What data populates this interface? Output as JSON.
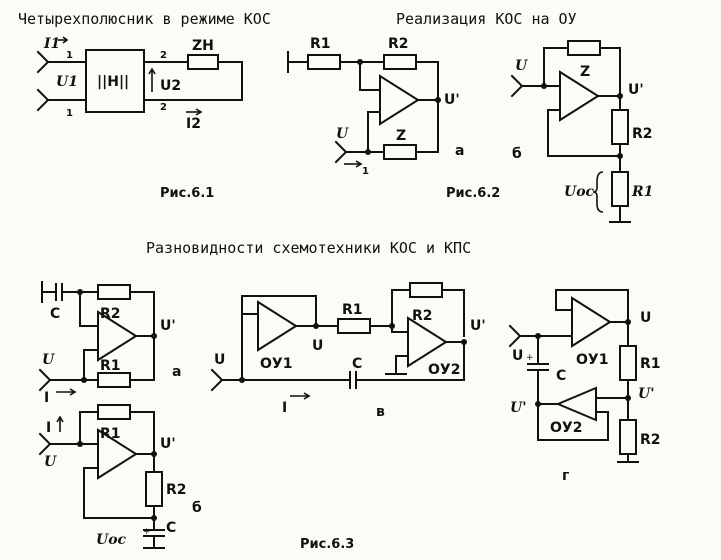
{
  "headers": {
    "quadripole": "Четырехполюсник в режиме КОС",
    "opamp_impl": "Реализация КОС на ОУ",
    "varieties": "Разновидности схемотехники КОС и КПС"
  },
  "captions": {
    "fig1": "Рис.6.1",
    "fig2": "Рис.6.2",
    "fig3": "Рис.6.3"
  },
  "fig1": {
    "current_in": "I1",
    "voltage_in": "U1",
    "matrix": "||H||",
    "port1": "1",
    "port2": "2",
    "voltage_out": "U2",
    "impedance": "ZH",
    "current_out": "I2"
  },
  "fig2a": {
    "r1": "R1",
    "r2": "R2",
    "out": "U'",
    "in": "U",
    "z": "Z",
    "node": "1",
    "sub": "а"
  },
  "fig2b": {
    "in": "U",
    "z": "Z",
    "out": "U'",
    "r2": "R2",
    "uoc": "Uос",
    "r1": "R1",
    "sub": "б"
  },
  "fig3a": {
    "c": "C",
    "r2": "R2",
    "out": "U'",
    "in": "U",
    "r1": "R1",
    "current": "I",
    "sub": "а"
  },
  "fig3b": {
    "current": "I",
    "in": "U",
    "r1": "R1",
    "out": "U'",
    "r2": "R2",
    "uoc": "Uос",
    "c": "C",
    "sub": "б"
  },
  "fig3v": {
    "in": "U",
    "amp1": "ОУ1",
    "mid": "U",
    "r1": "R1",
    "r2": "R2",
    "out": "U'",
    "amp2": "ОУ2",
    "c": "C",
    "current": "I",
    "sub": "в"
  },
  "fig3g": {
    "in": "U",
    "amp1": "ОУ1",
    "out": "U",
    "c": "C",
    "r1": "R1",
    "node": "U'",
    "node2": "U'",
    "amp2": "ОУ2",
    "r2": "R2",
    "sub": "г"
  }
}
